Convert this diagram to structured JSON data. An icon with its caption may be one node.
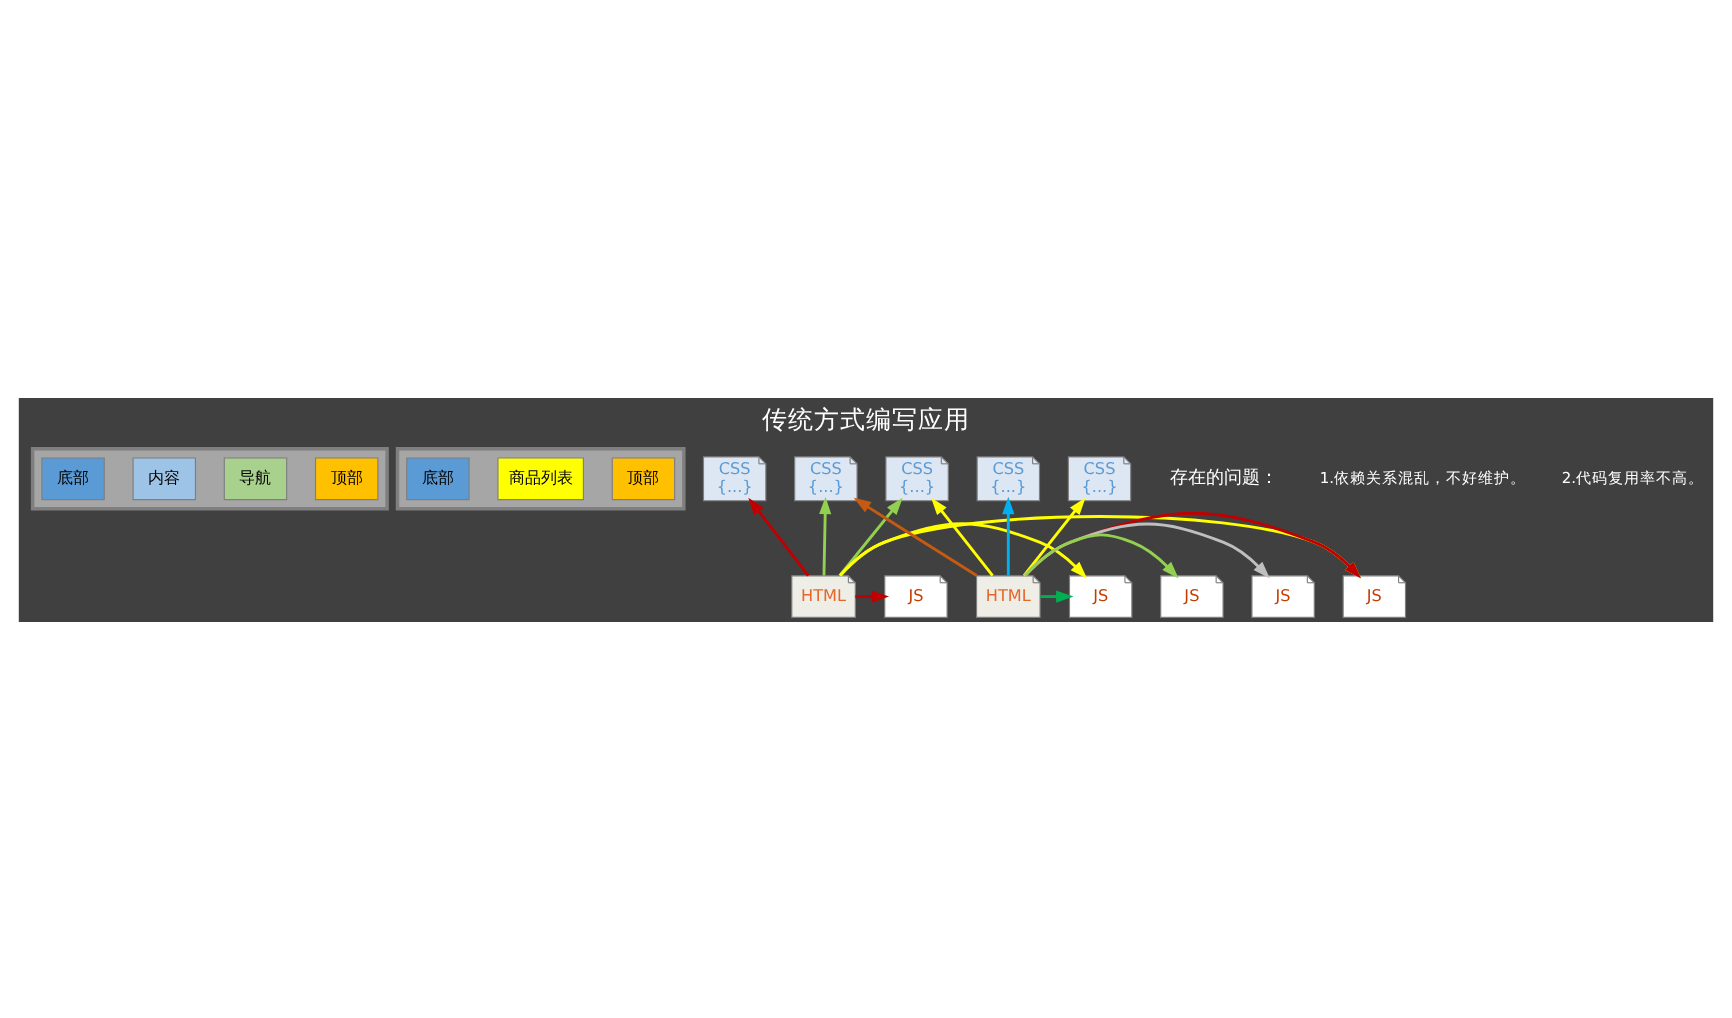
{
  "diagram": {
    "title": "传统方式编写应用",
    "nodes": [
      {
        "text": [],
        "shape": "box"
      },
      {
        "text": [
          "顶部"
        ],
        "in": 0
      },
      {
        "text": [
          "导航"
        ],
        "in": 0
      },
      {
        "text": [
          "内容"
        ],
        "in": 0
      },
      {
        "text": [
          "底部"
        ],
        "in": 0
      },
      {
        "text": [],
        "shape": "box"
      },
      {
        "text": [
          "顶部"
        ],
        "in": 5
      },
      {
        "text": [
          "商品列表"
        ],
        "in": 5
      },
      {
        "text": [
          "底部"
        ],
        "in": 5
      },
      {
        "text": [
          "CSS",
          "{...}"
        ]
      },
      {
        "text": [
          "CSS",
          "{...}"
        ]
      },
      {
        "text": [
          "CSS",
          "{...}"
        ]
      },
      {
        "text": [
          "CSS",
          "{...}"
        ]
      },
      {
        "text": [
          "CSS",
          "{...}"
        ]
      },
      {
        "text": [
          "HTML"
        ]
      },
      {
        "text": [
          "HTML"
        ]
      },
      {
        "text": [
          "JS"
        ]
      },
      {
        "text": [
          "JS"
        ]
      },
      {
        "text": [
          "JS"
        ]
      },
      {
        "text": [
          "JS"
        ]
      },
      {
        "text": [
          "JS"
        ]
      }
    ],
    "edges": [
      {
        "from": 14,
        "to": 9,
        "arrow": "to",
        "color": "#c00000"
      },
      {
        "from": 14,
        "to": 10,
        "arrow": "to",
        "color": "#92d050"
      },
      {
        "from": 14,
        "to": 11,
        "arrow": "to",
        "color": "#92d050"
      },
      {
        "from": 15,
        "to": 10,
        "arrow": "to"
      },
      {
        "from": 15,
        "to": 11,
        "arrow": "to",
        "color": "#c55a11"
      },
      {
        "from": 15,
        "to": 12,
        "arrow": "to"
      },
      {
        "from": 15,
        "to": 13,
        "arrow": "to",
        "color": "#00b0f0"
      },
      {
        "from": 14,
        "to": 16,
        "arrow": "to",
        "color": "#c00000"
      },
      {
        "from": 14,
        "to": 17,
        "arrow": "to"
      },
      {
        "from": 14,
        "to": 18,
        "arrow": "to"
      },
      {
        "from": 15,
        "to": 17,
        "arrow": "to",
        "color": "#00b050"
      },
      {
        "from": 15,
        "to": 18,
        "arrow": "to",
        "color": "#c00000"
      },
      {
        "from": 15,
        "to": 19,
        "arrow": "to",
        "color": "#bfbfbf"
      },
      {
        "from": 15,
        "to": 20,
        "arrow": "to",
        "color": "#92d050"
      }
    ],
    "labels": [
      "存在的问题：",
      "1.依赖关系混乱，不好维护。",
      "2.代码复用率不高。"
    ]
  }
}
